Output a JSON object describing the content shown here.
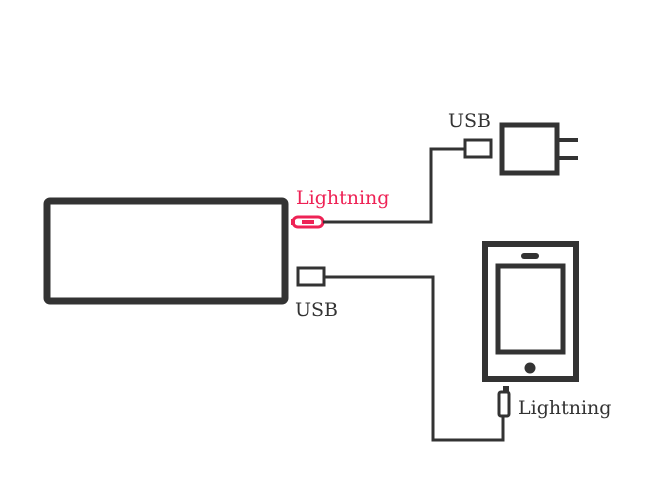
{
  "labels": {
    "usb_charger": "USB",
    "lightning_power_bank": "Lightning",
    "usb_power_bank": "USB",
    "lightning_phone": "Lightning"
  },
  "colors": {
    "stroke": "#333333",
    "highlight": "#ee2255",
    "background": "#ffffff"
  }
}
